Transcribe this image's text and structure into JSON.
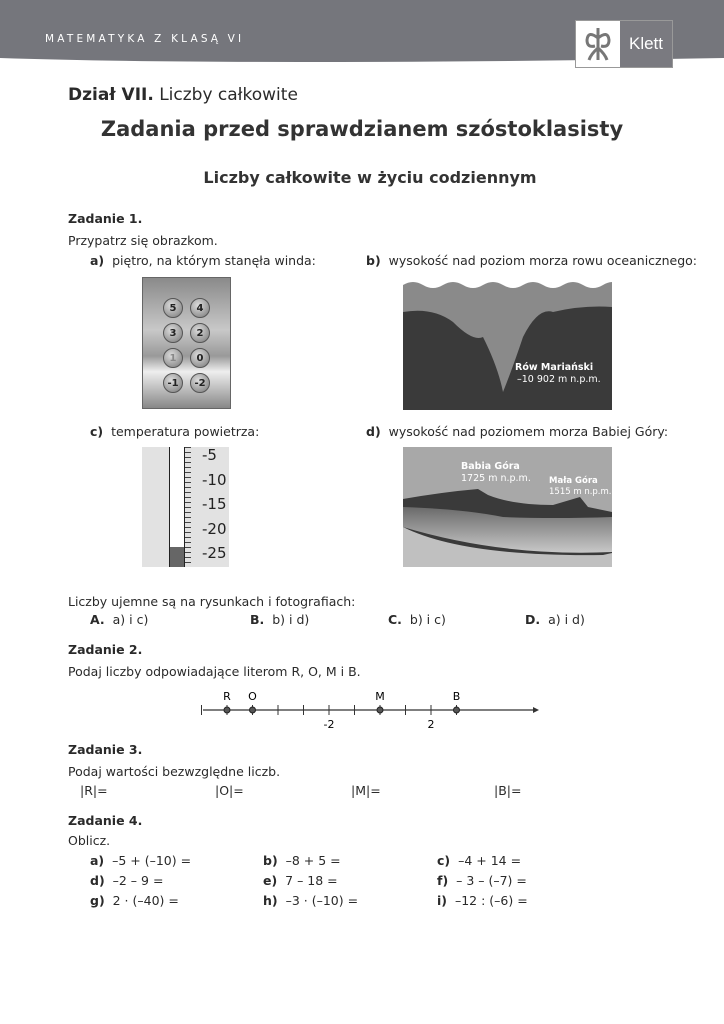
{
  "header": {
    "series": "MATEMATYKA Z KLASĄ VI",
    "logo": "Klett"
  },
  "chapter": {
    "prefix": "Dział VII.",
    "name": "Liczby całkowite"
  },
  "title": "Zadania przed sprawdzianem szóstoklasisty",
  "subtitle": "Liczby całkowite w życiu codziennym",
  "z1": {
    "title": "Zadanie 1.",
    "prompt": "Przypatrz się obrazkom.",
    "a": {
      "l": "a)",
      "t": "piętro, na którym stanęła winda:"
    },
    "b": {
      "l": "b)",
      "t": "wysokość nad poziom morza rowu oceanicznego:"
    },
    "c": {
      "l": "c)",
      "t": "temperatura powietrza:"
    },
    "d": {
      "l": "d)",
      "t": "wysokość nad poziomem morza Babiej Góry:"
    },
    "elevator_buttons": [
      "5",
      "4",
      "3",
      "2",
      "1",
      "0",
      "-1",
      "-2"
    ],
    "trench": {
      "name": "Rów Mariański",
      "value": "–10 902 m n.p.m."
    },
    "thermo": [
      "-5",
      "-10",
      "-15",
      "-20",
      "-25"
    ],
    "babia": {
      "name": "Babia Góra",
      "value": "1725 m n.p.m."
    },
    "mala": {
      "name": "Mała Góra",
      "value": "1515 m n.p.m."
    },
    "question": "Liczby ujemne są na rysunkach i fotografiach:",
    "options": [
      {
        "l": "A.",
        "t": "a) i c)"
      },
      {
        "l": "B.",
        "t": "b) i d)"
      },
      {
        "l": "C.",
        "t": "b) i c)"
      },
      {
        "l": "D.",
        "t": "a) i d)"
      }
    ]
  },
  "z2": {
    "title": "Zadanie 2.",
    "prompt": "Podaj liczby odpowiadające literom R, O, M i B.",
    "points": [
      {
        "label": "R",
        "value": -6
      },
      {
        "label": "O",
        "value": -5
      },
      {
        "label": "M",
        "value": 0
      },
      {
        "label": "B",
        "value": 3
      }
    ],
    "tick_labels": [
      {
        "t": "-2",
        "value": -2
      },
      {
        "t": "2",
        "value": 2
      }
    ]
  },
  "z3": {
    "title": "Zadanie 3.",
    "prompt": "Podaj wartości bezwzględne liczb.",
    "items": [
      "|R|=",
      "|O|=",
      "|M|=",
      "|B|="
    ]
  },
  "z4": {
    "title": "Zadanie 4.",
    "prompt": "Oblicz.",
    "items": [
      {
        "l": "a)",
        "t": "–5 + (–10) ="
      },
      {
        "l": "b)",
        "t": "–8 + 5 ="
      },
      {
        "l": "c)",
        "t": "–4 + 14 ="
      },
      {
        "l": "d)",
        "t": "–2 – 9 ="
      },
      {
        "l": "e)",
        "t": "7 – 18 ="
      },
      {
        "l": "f)",
        "t": "– 3 – (–7) ="
      },
      {
        "l": "g)",
        "t": "2 · (–40) ="
      },
      {
        "l": "h)",
        "t": "–3 · (–10) ="
      },
      {
        "l": "i)",
        "t": "–12 : (–6) ="
      }
    ]
  }
}
